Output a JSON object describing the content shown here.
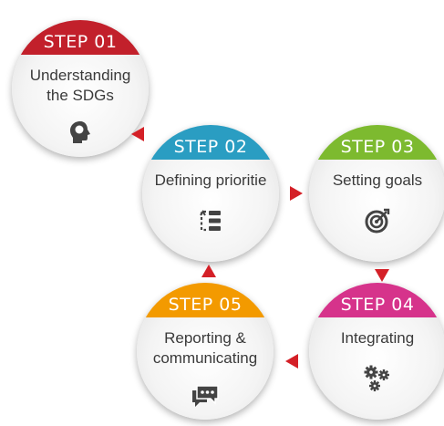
{
  "steps": [
    {
      "number": "STEP 01",
      "label": "Understanding the SDGs",
      "color": "#c2202b",
      "icon": "head-icon"
    },
    {
      "number": "STEP 02",
      "label": "Defining prioritie",
      "color": "#2a9dc2",
      "icon": "priority-list-icon"
    },
    {
      "number": "STEP 03",
      "label": "Setting goals",
      "color": "#7dba2f",
      "icon": "target-icon"
    },
    {
      "number": "STEP 04",
      "label": "Integrating",
      "color": "#d6338b",
      "icon": "gears-icon"
    },
    {
      "number": "STEP 05",
      "label": "Reporting & communicating",
      "color": "#f39a00",
      "icon": "chat-icon"
    }
  ],
  "arrow_color": "#d42027"
}
